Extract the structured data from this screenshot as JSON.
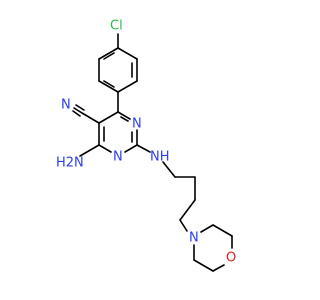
{
  "molecule": {
    "atoms": {
      "cl": {
        "text": "Cl",
        "color": "#2db84a"
      },
      "n_nitrile": {
        "text": "N",
        "color": "#2f3ee8"
      },
      "n_ring_upper": {
        "text": "N",
        "color": "#2f3ee8"
      },
      "n_ring_lower": {
        "text": "N",
        "color": "#2f3ee8"
      },
      "nh2": {
        "text": "H2N",
        "color": "#2f3ee8"
      },
      "nh": {
        "text": "NH",
        "color": "#2f3ee8"
      },
      "n_morpholine": {
        "text": "N",
        "color": "#2f3ee8"
      },
      "o_morpholine": {
        "text": "O",
        "color": "#e02020"
      }
    }
  }
}
